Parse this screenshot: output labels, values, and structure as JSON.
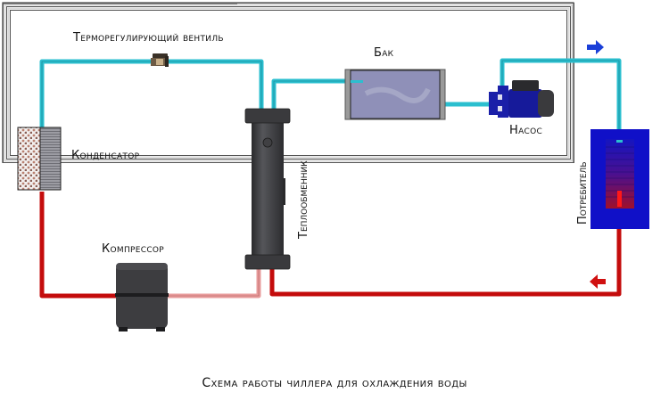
{
  "diagram": {
    "caption": "Схема работы чиллера для охлаждения воды",
    "labels": {
      "expansion_valve": "Терморегулирующий вентиль",
      "condenser": "Конденсатор",
      "compressor": "Компрессор",
      "heat_exchanger": "Теплообменник",
      "tank": "Бак",
      "pump": "Насос",
      "consumer": "Потребитель"
    },
    "colors": {
      "cold_pipe": "#2bbfcf",
      "hot_pipe": "#c40c0c",
      "suction_pipe": "#e89b9b",
      "equipment": "#3d3d40",
      "tank_fill": "#8f90b8",
      "pump_blue": "#1a1fa8",
      "consumer_blue": "#1010c8",
      "arrow_blue": "#1a3fd8",
      "arrow_red": "#d01010"
    },
    "flow_arrows": [
      "arrow-right-icon",
      "arrow-left-icon"
    ]
  }
}
